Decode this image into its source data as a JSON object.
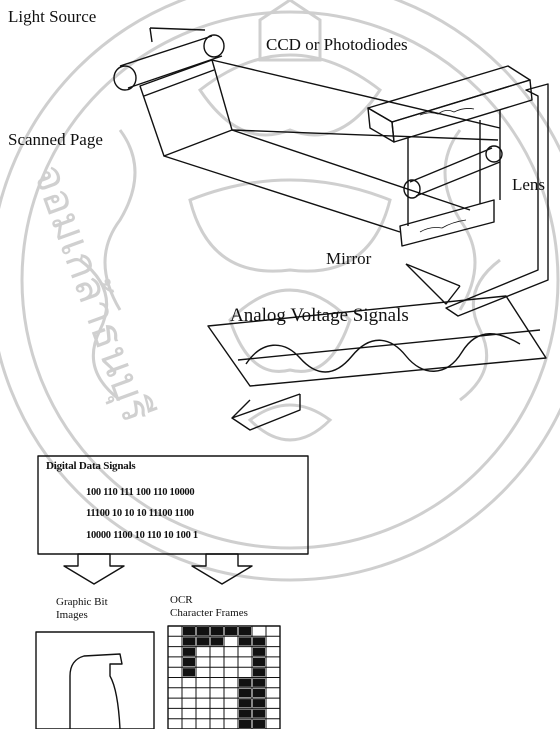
{
  "labels": {
    "light_source": "Light Source",
    "ccd": "CCD or Photodiodes",
    "scanned_page": "Scanned Page",
    "lens": "Lens",
    "mirror": "Mirror",
    "analog": "Analog Voltage Signals",
    "digital_title": "Digital Data Signals",
    "graphic_line1": "Graphic Bit",
    "graphic_line2": "Images",
    "ocr_line1": "OCR",
    "ocr_line2": "Character Frames"
  },
  "bit_rows": [
    "100 110 111 100 110 10000",
    "11100 10 10 10 11100 1100",
    "10000 1100 10 110 10 100 1"
  ],
  "watermark_text": "จอมเกล้าธนบุรี",
  "colors": {
    "ink": "#111111",
    "watermark": "#c8c8c8"
  }
}
